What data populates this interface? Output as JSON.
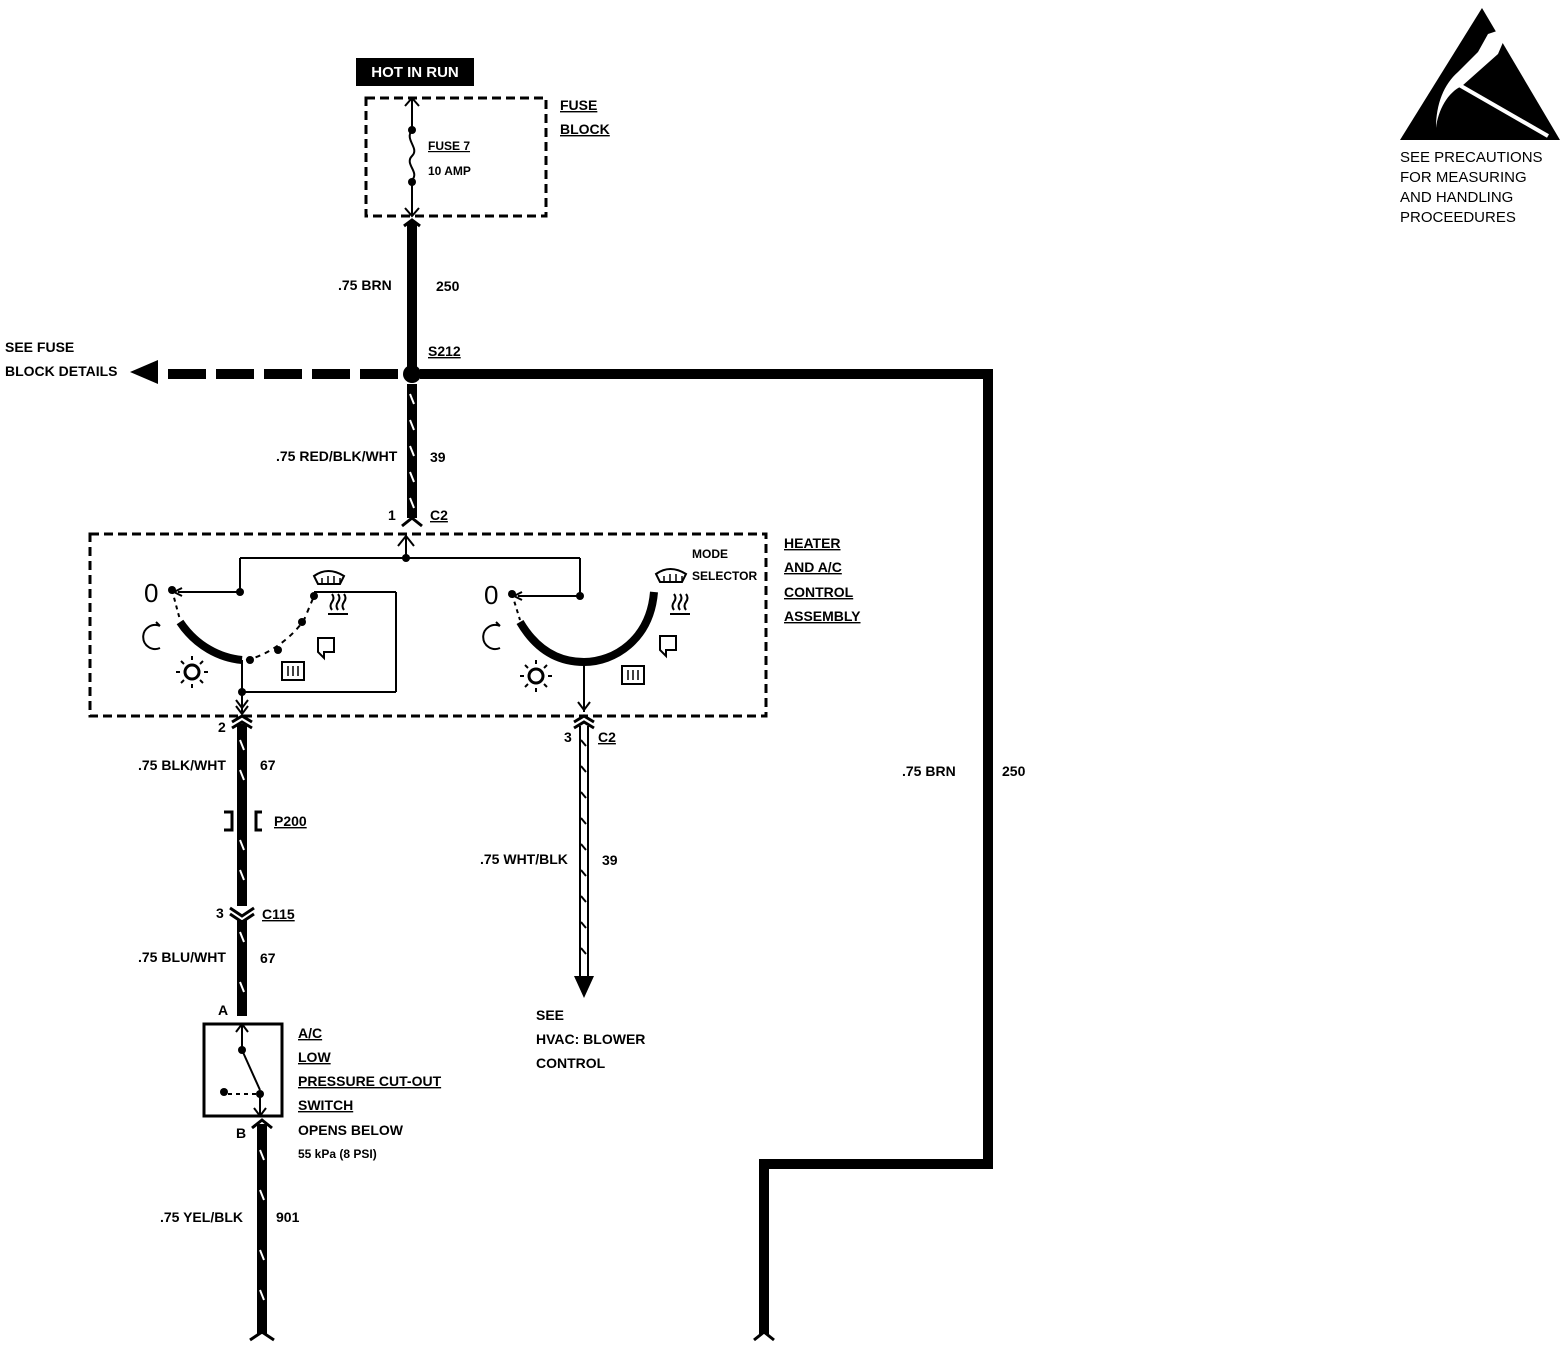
{
  "hot_label": "HOT IN RUN",
  "fuse_block": {
    "title_line1": "FUSE",
    "title_line2": "BLOCK",
    "fuse_name": "FUSE 7",
    "fuse_rating": "10 AMP"
  },
  "wire_top": {
    "gauge_color": ".75 BRN",
    "circuit": "250"
  },
  "splice": {
    "id": "S212"
  },
  "fuse_details": {
    "line1": "SEE FUSE",
    "line2": "BLOCK DETAILS"
  },
  "wire_to_c2": {
    "gauge_color": ".75 RED/BLK/WHT",
    "circuit": "39"
  },
  "c2_top": {
    "pin": "1",
    "connector": "C2"
  },
  "control_assembly": {
    "line1": "HEATER",
    "line2": "AND A/C",
    "line3": "CONTROL",
    "line4": "ASSEMBLY",
    "mode_line1": "MODE",
    "mode_line2": "SELECTOR",
    "off_left": "0",
    "off_right": "0"
  },
  "c2_left": {
    "pin": "2"
  },
  "wire_left_upper": {
    "gauge_color": ".75 BLK/WHT",
    "circuit": "67"
  },
  "p200": {
    "id": "P200"
  },
  "c115": {
    "pin": "3",
    "connector": "C115"
  },
  "wire_left_lower": {
    "gauge_color": ".75 BLU/WHT",
    "circuit": "67"
  },
  "switch": {
    "pin_a": "A",
    "pin_b": "B",
    "line1": "A/C",
    "line2": "LOW",
    "line3": "PRESSURE CUT-OUT",
    "line4": "SWITCH",
    "line5": "OPENS BELOW",
    "line6": "55 kPa (8 PSI)"
  },
  "wire_bottom_left": {
    "gauge_color": ".75 YEL/BLK",
    "circuit": "901"
  },
  "c2_mid": {
    "pin": "3",
    "connector": "C2"
  },
  "wire_mid": {
    "gauge_color": ".75 WHT/BLK",
    "circuit": "39"
  },
  "see_blower": {
    "line1": "SEE",
    "line2": "HVAC: BLOWER",
    "line3": "CONTROL"
  },
  "wire_right": {
    "gauge_color": ".75  BRN",
    "circuit": "250"
  },
  "esd_warning": {
    "line1": "SEE PRECAUTIONS",
    "line2": "FOR MEASURING",
    "line3": "AND HANDLING",
    "line4": "PROCEEDURES"
  }
}
